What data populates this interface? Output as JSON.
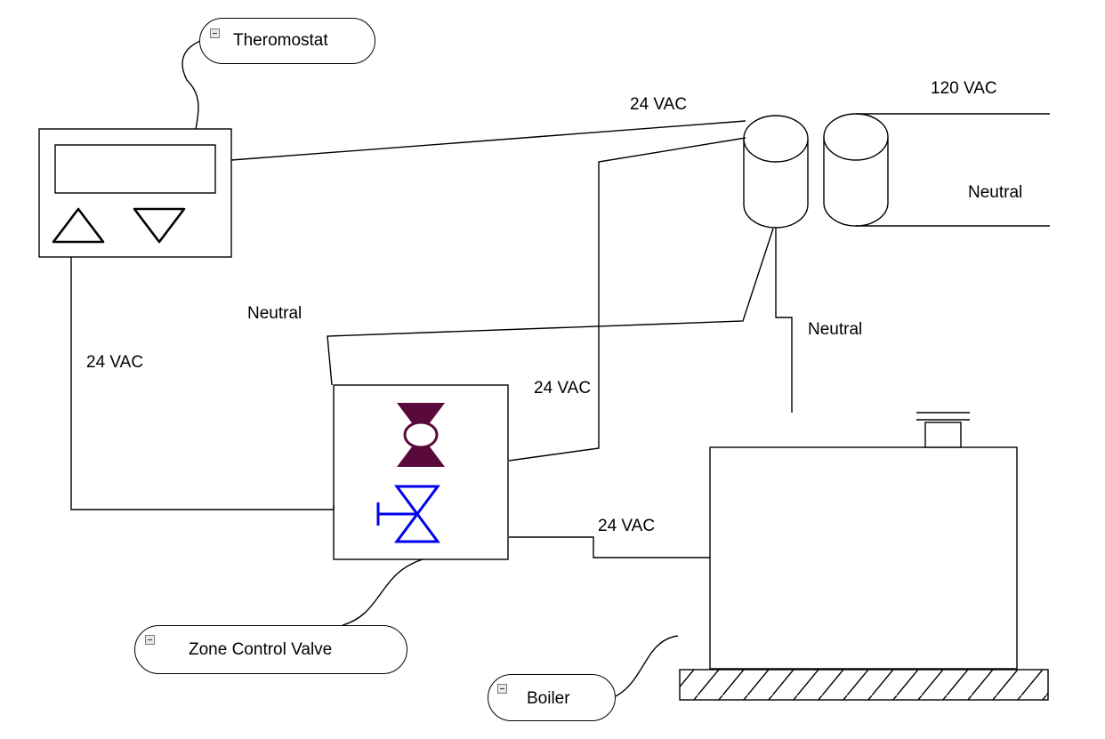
{
  "labels": {
    "thermostat_to_transformer": "24 VAC",
    "mains_hot": "120 VAC",
    "mains_neutral": "Neutral",
    "valve_neutral": "Neutral",
    "boiler_neutral": "Neutral",
    "thermostat_to_valve": "24 VAC",
    "transformer_to_valve": "24 VAC",
    "valve_to_boiler": "24 VAC"
  },
  "callouts": {
    "thermostat": "Theromostat",
    "zone_valve": "Zone Control Valve",
    "boiler": "Boiler"
  },
  "colors": {
    "line": "#000000",
    "valve_body": "#5a0a3a",
    "valve_symbol": "#0000ee"
  }
}
